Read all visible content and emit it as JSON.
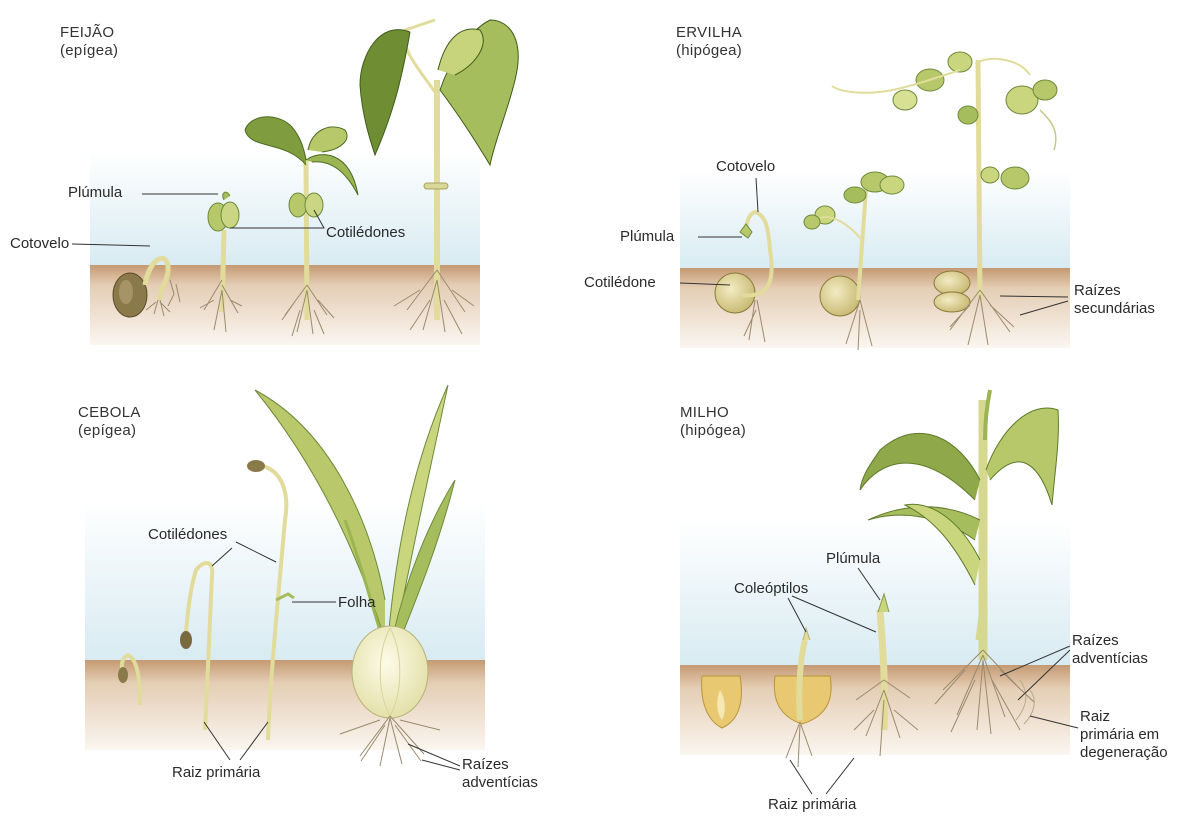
{
  "panels": {
    "feijao": {
      "title": "FEIJÃO",
      "subtitle": "(epígea)",
      "labels": {
        "plumula": "Plúmula",
        "cotovelo": "Cotovelo",
        "cotiledones": "Cotilédones"
      }
    },
    "ervilha": {
      "title": "ERVILHA",
      "subtitle": "(hipógea)",
      "labels": {
        "cotovelo": "Cotovelo",
        "plumula": "Plúmula",
        "cotiledone": "Cotilédone",
        "raizes_1": "Raízes",
        "raizes_2": "secundárias"
      }
    },
    "cebola": {
      "title": "CEBOLA",
      "subtitle": "(epígea)",
      "labels": {
        "cotiledones": "Cotilédones",
        "folha": "Folha",
        "raiz_primaria": "Raiz primária",
        "raizes_1": "Raízes",
        "raizes_2": "adventícias"
      }
    },
    "milho": {
      "title": "MILHO",
      "subtitle": "(hipógea)",
      "labels": {
        "plumula": "Plúmula",
        "coleoptilos": "Coleóptilos",
        "raizes_1": "Raízes",
        "raizes_2": "adventícias",
        "raiz_deg_1": "Raiz",
        "raiz_deg_2": "primária em",
        "raiz_deg_3": "degeneração",
        "raiz_primaria": "Raiz primária"
      }
    }
  },
  "colors": {
    "soil": "#c9a27e",
    "sky": "#dfeef4",
    "stem": "#e4e3a6",
    "leaf_dark": "#8aa64a",
    "leaf_light": "#c9d67e",
    "root": "#8c7a62",
    "line": "#333333"
  }
}
